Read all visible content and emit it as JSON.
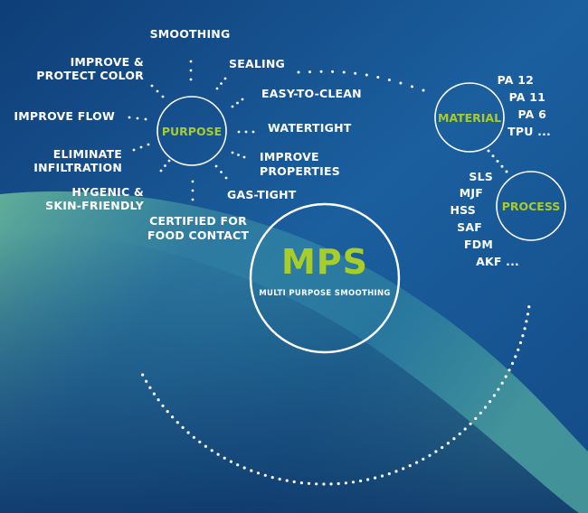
{
  "colors": {
    "accent": "#a8cc2a",
    "text": "#ffffff",
    "bg_dark": "#0f3d75",
    "bg_mid": "#1d63a2",
    "wave": "#5fb39b"
  },
  "center": {
    "title": "MPS",
    "subtitle": "MULTI PURPOSE SMOOTHING"
  },
  "purpose": {
    "title": "PURPOSE",
    "labels": [
      [
        "SMOOTHING"
      ],
      [
        "SEALING"
      ],
      [
        "EASY-TO-CLEAN"
      ],
      [
        "WATERTIGHT"
      ],
      [
        "IMPROVE",
        "PROPERTIES"
      ],
      [
        "GAS-TIGHT"
      ],
      [
        "CERTIFIED FOR",
        "FOOD CONTACT"
      ],
      [
        "HYGENIC &",
        "SKIN-FRIENDLY"
      ],
      [
        "ELIMINATE",
        "INFILTRATION"
      ],
      [
        "IMPROVE FLOW"
      ],
      [
        "IMPROVE &",
        "PROTECT COLOR"
      ]
    ]
  },
  "material": {
    "title": "MATERIAL",
    "items": [
      "PA 12",
      "PA 11",
      "PA 6",
      "TPU ..."
    ]
  },
  "process": {
    "title": "PROCESS",
    "items": [
      "SLS",
      "MJF",
      "HSS",
      "SAF",
      "FDM",
      "AKF ..."
    ]
  }
}
